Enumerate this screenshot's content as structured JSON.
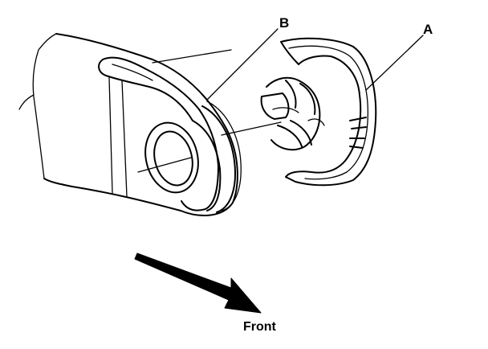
{
  "labels": {
    "a": "A",
    "b": "B",
    "direction": "Front"
  },
  "icons": {
    "direction_arrow": "arrow-right-down-icon"
  },
  "colors": {
    "line": "#000000",
    "background": "#ffffff"
  }
}
